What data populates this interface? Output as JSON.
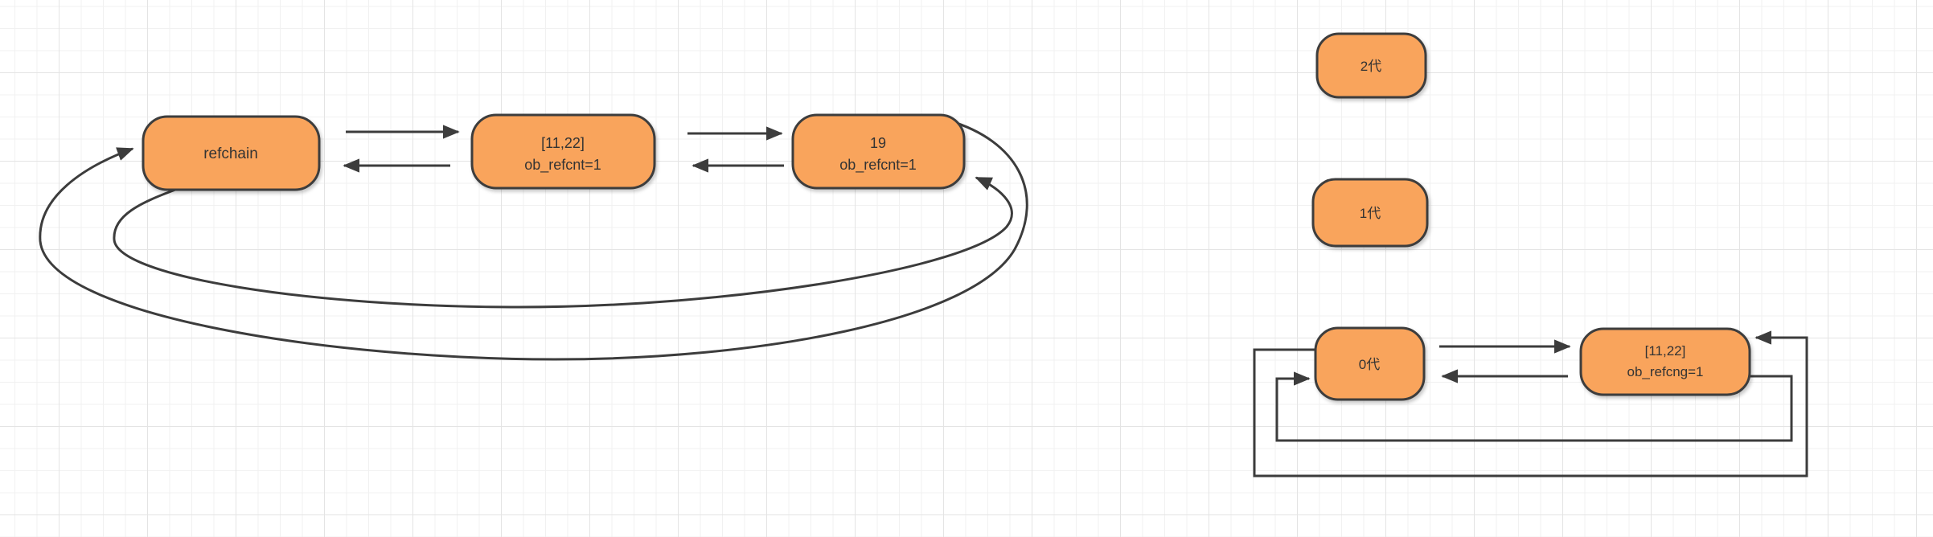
{
  "canvas": {
    "background_color": "#FFFFFF",
    "grid_minor_color": "#F1F1F1",
    "grid_major_color": "#E4E4E4"
  },
  "style": {
    "node_fill": "#F9A45C",
    "node_border": "#3C3C3C",
    "edge_color": "#3C3C3C",
    "text_color": "#333333"
  },
  "left_diagram": {
    "nodes": {
      "refchain": {
        "label": "refchain"
      },
      "list_node": {
        "line1": "[11,22]",
        "line2": "ob_refcnt=1"
      },
      "int_node": {
        "line1": "19",
        "line2": "ob_refcnt=1"
      }
    },
    "edges": [
      {
        "from": "refchain",
        "to": "list_node",
        "shape": "straight"
      },
      {
        "from": "list_node",
        "to": "refchain",
        "shape": "straight"
      },
      {
        "from": "list_node",
        "to": "int_node",
        "shape": "straight"
      },
      {
        "from": "int_node",
        "to": "list_node",
        "shape": "straight"
      },
      {
        "from": "int_node",
        "to": "refchain",
        "shape": "outer-arc"
      },
      {
        "from": "refchain",
        "to": "int_node",
        "shape": "inner-arc"
      }
    ]
  },
  "right_diagram": {
    "nodes": {
      "gen2": {
        "label": "2代"
      },
      "gen1": {
        "label": "1代"
      },
      "gen0": {
        "label": "0代"
      },
      "list_node": {
        "line1": "[11,22]",
        "line2": "ob_refcng=1"
      }
    },
    "edges": [
      {
        "from": "gen0",
        "to": "list_node",
        "shape": "straight"
      },
      {
        "from": "list_node",
        "to": "gen0",
        "shape": "straight"
      },
      {
        "from": "gen0",
        "to": "list_node",
        "shape": "orthogonal-outer-loop"
      },
      {
        "from": "list_node",
        "to": "gen0",
        "shape": "orthogonal-inner-loop"
      }
    ]
  }
}
